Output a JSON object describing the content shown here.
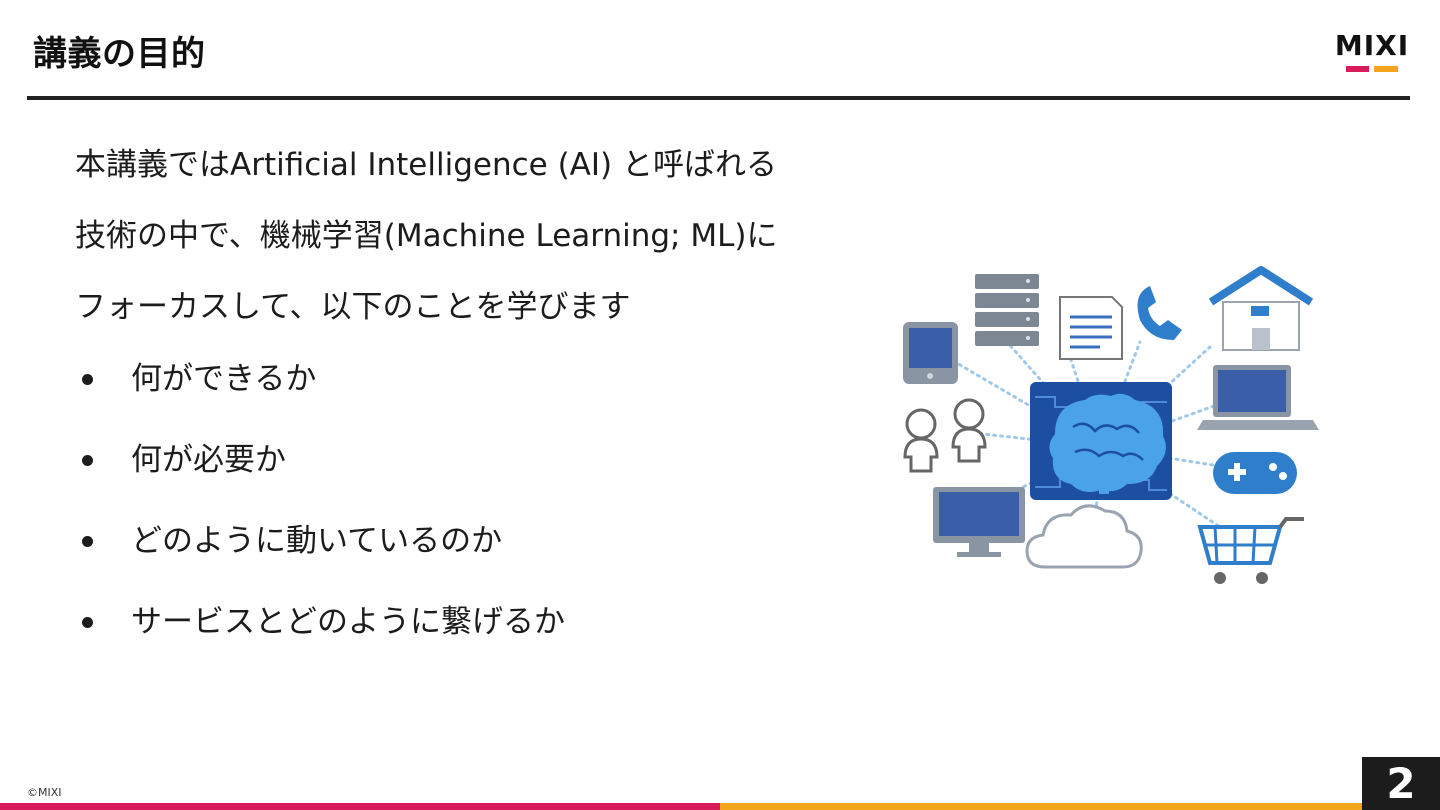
{
  "slide": {
    "title": "講義の目的",
    "page_number": "2",
    "copyright": "©MIXI"
  },
  "logo": {
    "text": "MIXI"
  },
  "intro": {
    "lines": [
      "本講義ではArtificial Intelligence (AI) と呼ばれる",
      "技術の中で、機械学習(Machine Learning; ML)に",
      "フォーカスして、以下のことを学びます"
    ]
  },
  "bullets": [
    "何ができるか",
    "何が必要か",
    "どのように動いているのか",
    "サービスとどのように繋げるか"
  ],
  "colors": {
    "accent_pink": "#d81b5a",
    "accent_orange": "#f2a61c",
    "illustration_blue": "#2f7ecb",
    "illustration_navy": "#3a5fa8"
  }
}
